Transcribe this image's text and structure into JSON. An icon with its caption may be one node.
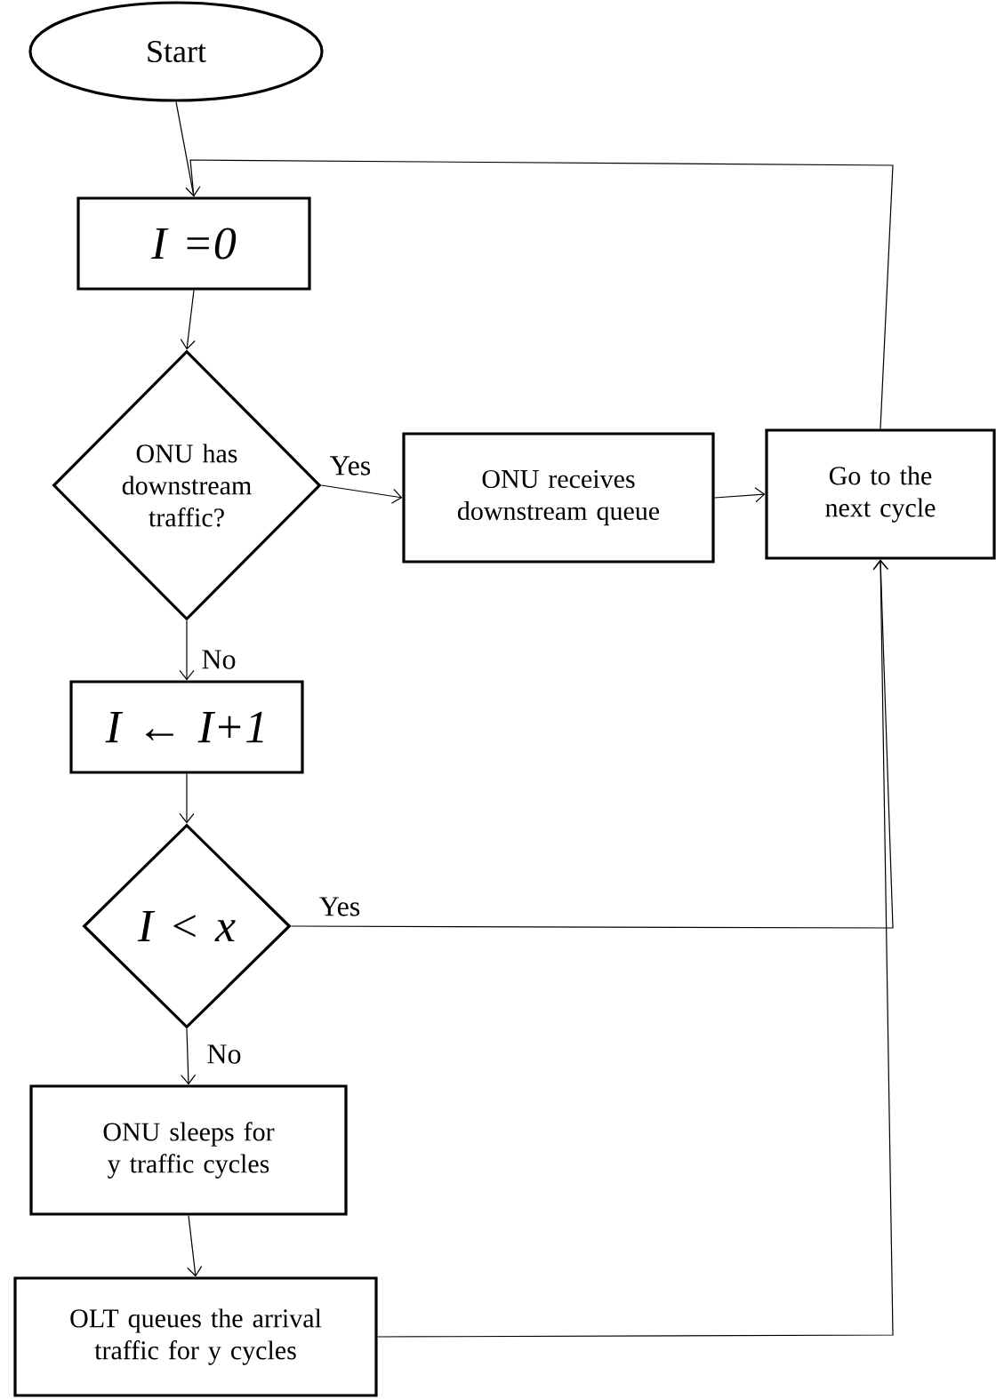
{
  "diagram": {
    "nodes": [
      {
        "text": [
          "Start"
        ]
      },
      {
        "text": [
          "I =0"
        ]
      },
      {
        "text": [
          "ONU has downstream traffic?"
        ]
      },
      {
        "text": [
          "ONU receives downstream queue"
        ]
      },
      {
        "text": [
          "Go to the next cycle"
        ]
      },
      {
        "text": [
          "I ← I+1"
        ]
      },
      {
        "text": [
          "I < x"
        ]
      },
      {
        "text": [
          "ONU sleeps for y traffic cycles"
        ]
      },
      {
        "text": [
          "OLT queues the arrival traffic for y cycles"
        ]
      }
    ],
    "edges": [
      {
        "from": 0,
        "to": 1,
        "arrow": "none"
      },
      {
        "from": 1,
        "to": 2,
        "arrow": "to"
      },
      {
        "from": 2,
        "to": 3,
        "arrow": "to",
        "label": "Yes"
      },
      {
        "from": 3,
        "to": 4,
        "arrow": "to"
      },
      {
        "from": 4,
        "to": 1,
        "arrow": "to"
      },
      {
        "from": 2,
        "to": 5,
        "arrow": "to",
        "label": "No"
      },
      {
        "from": 5,
        "to": 6,
        "arrow": "to"
      },
      {
        "from": 6,
        "to": 4,
        "arrow": "to",
        "label": "Yes"
      },
      {
        "from": 6,
        "to": 7,
        "arrow": "to",
        "label": "No"
      },
      {
        "from": 7,
        "to": 8,
        "arrow": "to"
      },
      {
        "from": 8,
        "to": 4,
        "arrow": "to"
      }
    ]
  }
}
